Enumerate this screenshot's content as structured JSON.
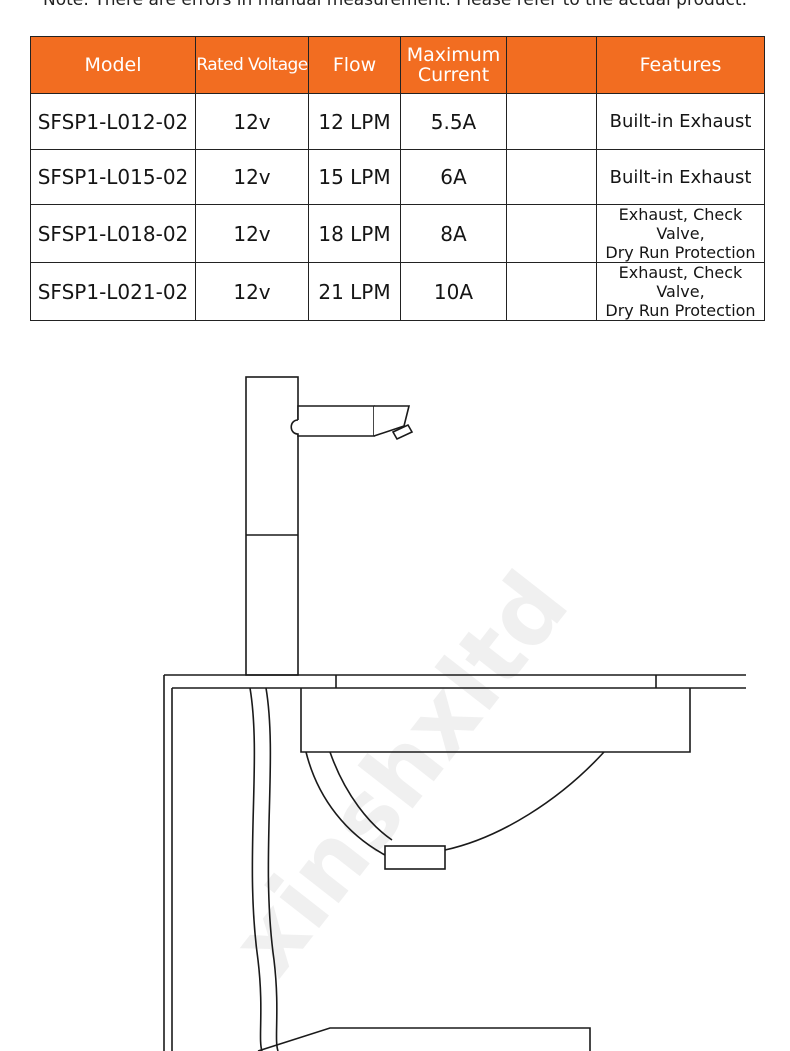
{
  "note": "Note: There are errors in manual measurement. Please refer to the actual product.",
  "table": {
    "headers": {
      "model": "Model",
      "voltage": "Rated Voltage",
      "flow": "Flow",
      "current_line1": "Maximum",
      "current_line2": "Current",
      "blank": "",
      "features": "Features"
    },
    "rows": [
      {
        "model": "SFSP1-L012-02",
        "voltage": "12v",
        "flow": "12 LPM",
        "current": "5.5A",
        "blank": "",
        "features_line1": "Built-in Exhaust",
        "features_line2": ""
      },
      {
        "model": "SFSP1-L015-02",
        "voltage": "12v",
        "flow": "15 LPM",
        "current": "6A",
        "blank": "",
        "features_line1": "Built-in Exhaust",
        "features_line2": ""
      },
      {
        "model": "SFSP1-L018-02",
        "voltage": "12v",
        "flow": "18 LPM",
        "current": "8A",
        "blank": "",
        "features_line1": "Exhaust, Check Valve,",
        "features_line2": "Dry Run Protection"
      },
      {
        "model": "SFSP1-L021-02",
        "voltage": "12v",
        "flow": "21 LPM",
        "current": "10A",
        "blank": "",
        "features_line1": "Exhaust, Check Valve,",
        "features_line2": "Dry Run Protection"
      }
    ]
  },
  "watermark": "xinshxltd",
  "colors": {
    "header_bg": "#f26d21",
    "header_text": "#ffffff",
    "line": "#222222"
  }
}
